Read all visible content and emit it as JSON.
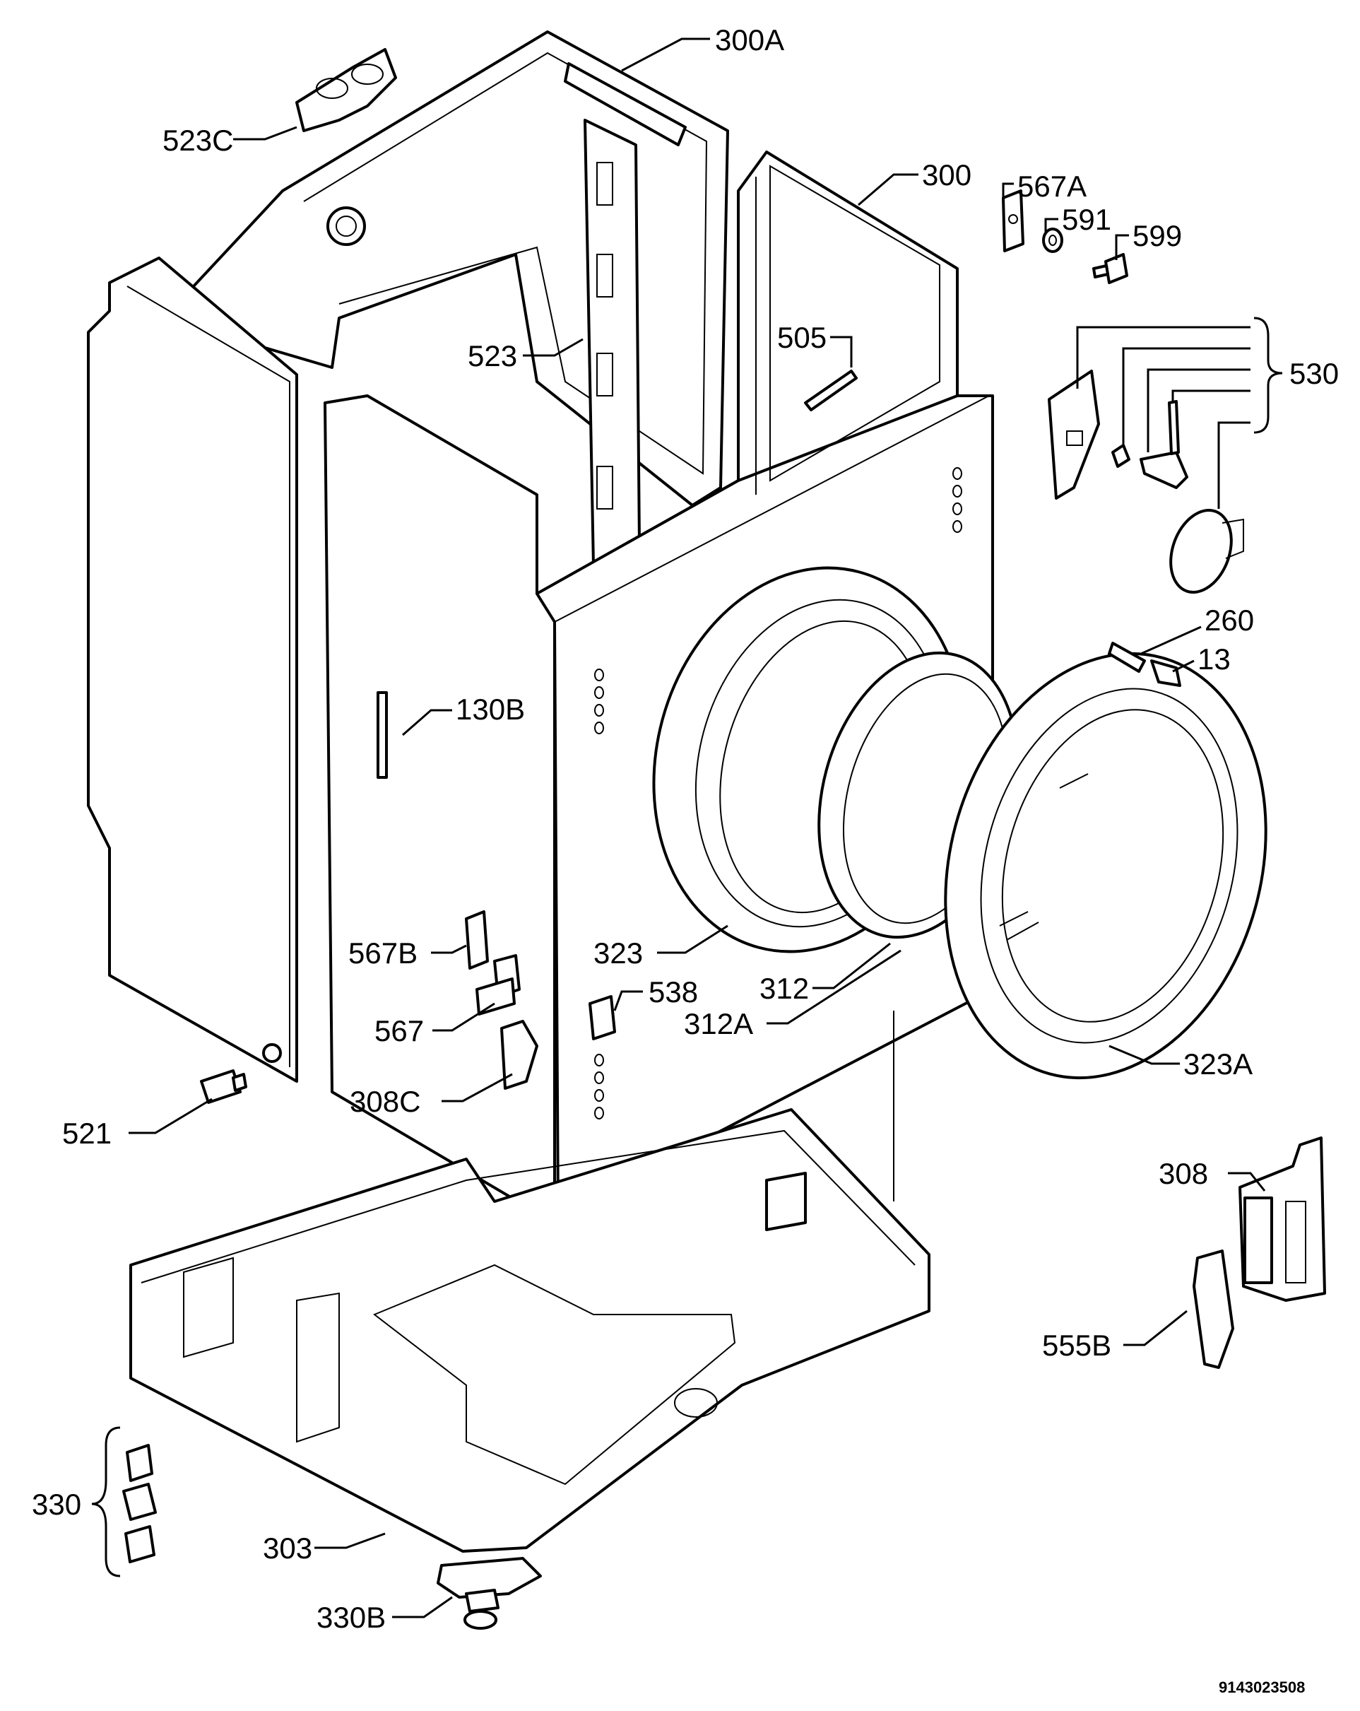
{
  "labels": {
    "l300a": "300A",
    "l523c": "523C",
    "l300": "300",
    "l567a": "567A",
    "l591": "591",
    "l599": "599",
    "l523": "523",
    "l505": "505",
    "l530": "530",
    "l260": "260",
    "l13": "13",
    "l130b": "130B",
    "l323": "323",
    "l312": "312",
    "l312a": "312A",
    "l567b": "567B",
    "l538": "538",
    "l567": "567",
    "l323a": "323A",
    "l308c": "308C",
    "l521": "521",
    "l308": "308",
    "l555b": "555B",
    "l330": "330",
    "l303": "303",
    "l330b": "330B"
  },
  "drawing_code": "9143023508"
}
